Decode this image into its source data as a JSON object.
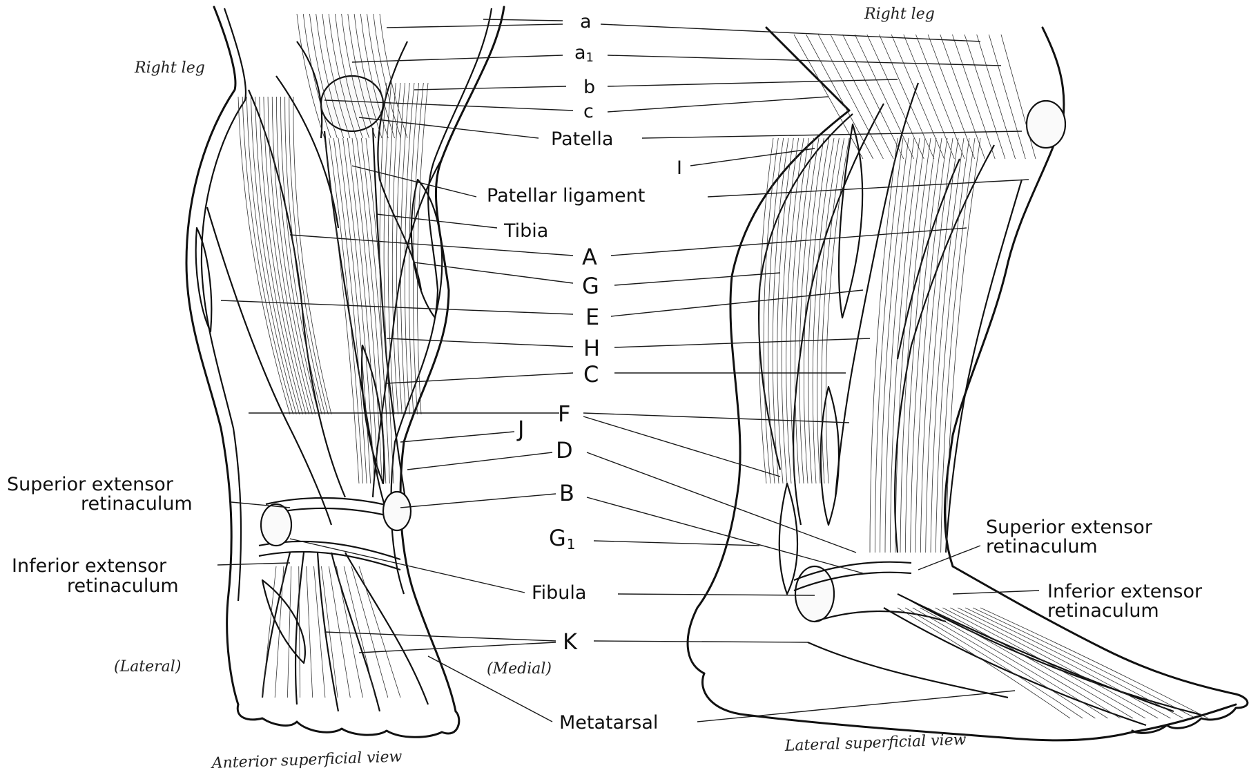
{
  "captions": {
    "right_leg_left": "Right leg",
    "right_leg_right": "Right leg",
    "lateral": "(Lateral)",
    "medial": "(Medial)",
    "anterior_view": "Anterior superficial view",
    "lateral_view": "Lateral superficial view"
  },
  "labels": {
    "a": "a",
    "a1": "a",
    "a1_sub": "1",
    "b": "b",
    "c": "c",
    "patella": "Patella",
    "I": "I",
    "patellar_ligament": "Patellar ligament",
    "tibia": "Tibia",
    "A": "A",
    "G": "G",
    "E": "E",
    "H": "H",
    "C": "C",
    "F": "F",
    "J": "J",
    "D": "D",
    "B": "B",
    "G1": "G",
    "G1_sub": "1",
    "fibula": "Fibula",
    "K": "K",
    "metatarsal": "Metatarsal",
    "sup_ext_ret_left_1": "Superior extensor",
    "sup_ext_ret_left_2": "retinaculum",
    "inf_ext_ret_left_1": "Inferior extensor",
    "inf_ext_ret_left_2": "retinaculum",
    "sup_ext_ret_right_1": "Superior extensor",
    "sup_ext_ret_right_2": "retinaculum",
    "inf_ext_ret_right_1": "Inferior extensor",
    "inf_ext_ret_right_2": "retinaculum"
  }
}
